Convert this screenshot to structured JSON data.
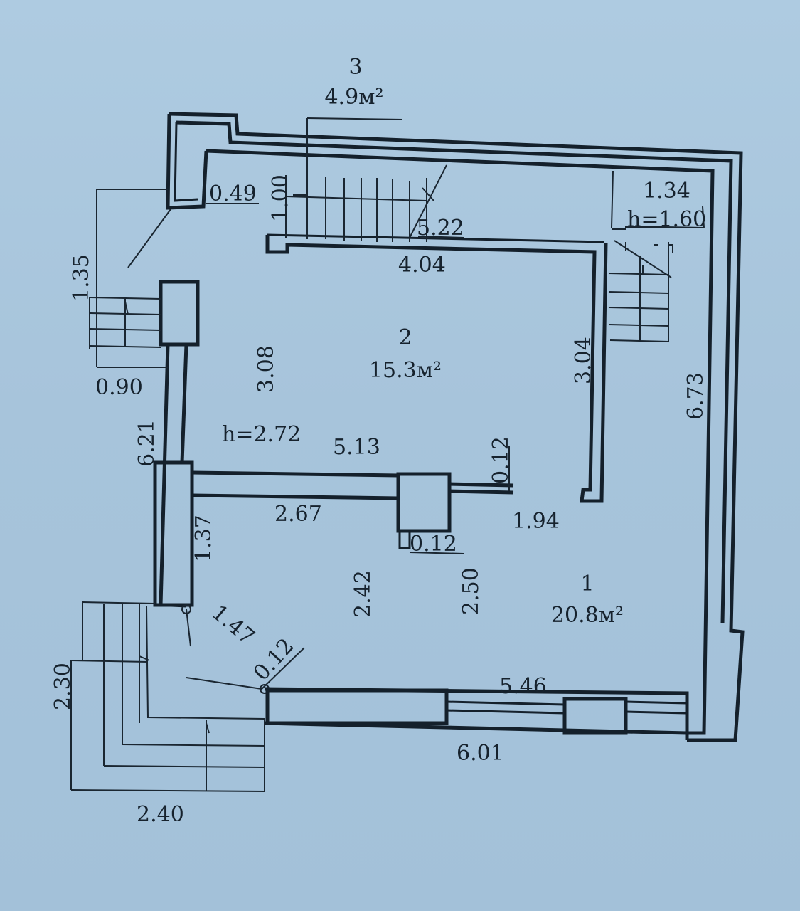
{
  "rooms": [
    {
      "number": "1",
      "area": "20.8м²"
    },
    {
      "number": "2",
      "area": "15.3м²"
    },
    {
      "number": "3",
      "area": "4.9м²"
    }
  ],
  "heights": {
    "main": "h=2.72",
    "stair_landing": "h=1.60"
  },
  "dimensions": {
    "d_1_35": "1.35",
    "d_0_90": "0.90",
    "d_0_49": "0.49",
    "d_1_00": "1.00",
    "d_5_22": "5.22",
    "d_4_04": "4.04",
    "d_1_34": "1.34",
    "d_3_08": "3.08",
    "d_3_04": "3.04",
    "d_6_73": "6.73",
    "d_6_21": "6.21",
    "d_5_13": "5.13",
    "d_0_12_a": "0.12",
    "d_2_67": "2.67",
    "d_1_94": "1.94",
    "d_0_12_b": "0.12",
    "d_1_37": "1.37",
    "d_2_42": "2.42",
    "d_2_50": "2.50",
    "d_1_47": "1.47",
    "d_0_12_c": "0.12",
    "d_5_46": "5.46",
    "d_6_01": "6.01",
    "d_2_30": "2.30",
    "d_2_40": "2.40"
  }
}
